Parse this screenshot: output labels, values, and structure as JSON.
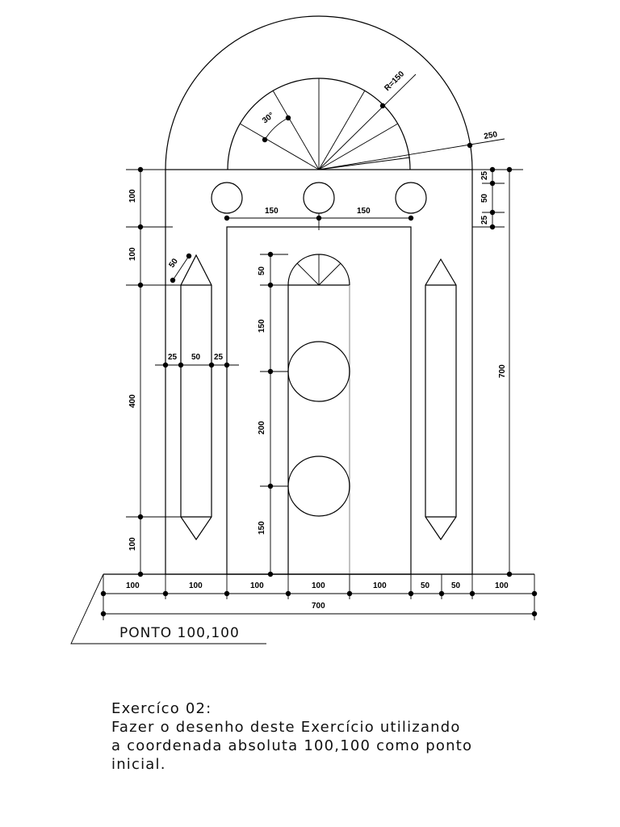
{
  "drawing": {
    "start_point_label": "PONTO 100,100",
    "arc_labels": {
      "radius": "R=150",
      "angle": "30°",
      "outer": "250"
    },
    "top_right_labels": [
      "25",
      "50",
      "25"
    ],
    "right_height": "700",
    "left_heights": [
      "100",
      "100",
      "400",
      "100"
    ],
    "circle_spacing": [
      "150",
      "150"
    ],
    "pillar_diagonal": "50",
    "pillar_widths": [
      "25",
      "50",
      "25"
    ],
    "door_heights": [
      "50",
      "150",
      "200",
      "150"
    ],
    "bottom_segments": [
      "100",
      "100",
      "100",
      "100",
      "100",
      "50",
      "50",
      "100"
    ],
    "bottom_total": "700"
  },
  "exercise": {
    "title": "Exercíco 02:",
    "line1": "Fazer o desenho deste Exercício utilizando",
    "line2": "a coordenada absoluta 100,100 como ponto",
    "line3": "inicial."
  }
}
